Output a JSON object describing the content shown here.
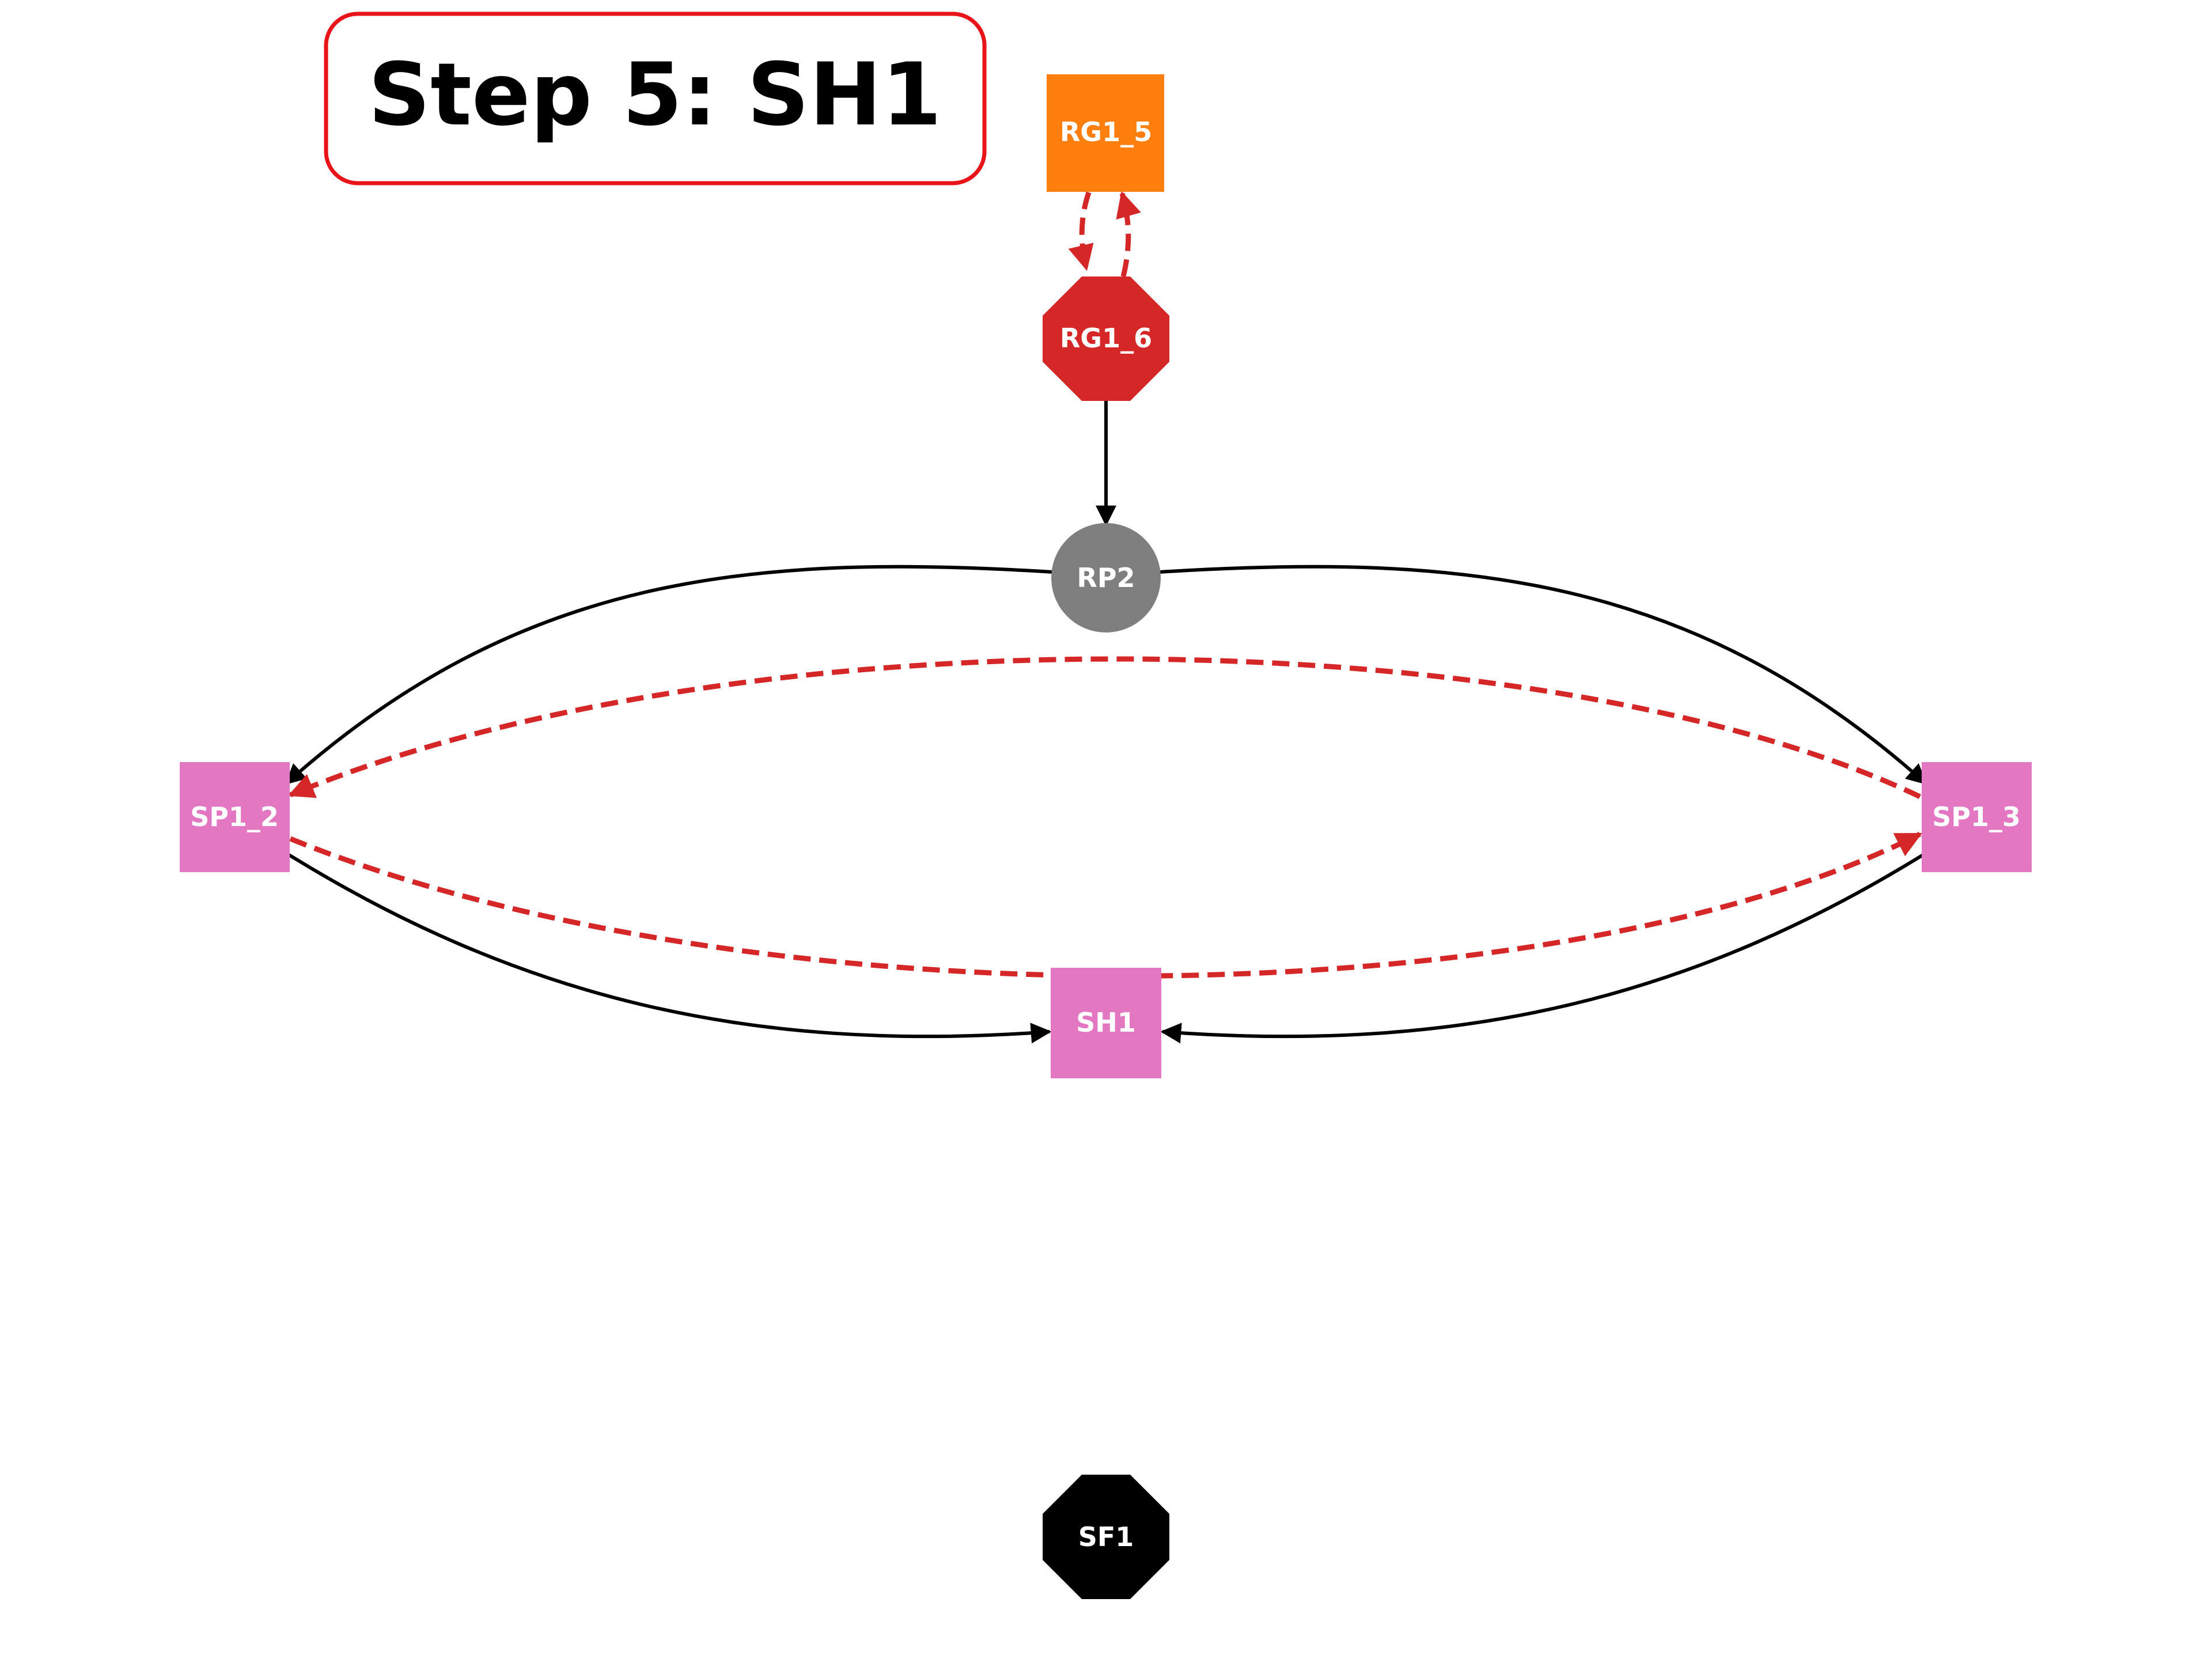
{
  "title": "Step 5: SH1",
  "colors": {
    "title_border": "#e8141a",
    "dashed_edge": "#d62728",
    "solid_edge": "#000000",
    "orange_node": "#ff7f0e",
    "red_node": "#d62728",
    "gray_node": "#7f7f7f",
    "pink_node": "#e377c2",
    "black_node": "#000000"
  },
  "nodes": {
    "rg1_5": {
      "label": "RG1_5",
      "shape": "square",
      "color": "#ff7f0e"
    },
    "rg1_6": {
      "label": "RG1_6",
      "shape": "octagon",
      "color": "#d62728"
    },
    "rp2": {
      "label": "RP2",
      "shape": "circle",
      "color": "#7f7f7f"
    },
    "sp1_2": {
      "label": "SP1_2",
      "shape": "square",
      "color": "#e377c2"
    },
    "sp1_3": {
      "label": "SP1_3",
      "shape": "square",
      "color": "#e377c2"
    },
    "sh1": {
      "label": "SH1",
      "shape": "square",
      "color": "#e377c2"
    },
    "sf1": {
      "label": "SF1",
      "shape": "octagon",
      "color": "#000000"
    }
  },
  "edges": [
    {
      "from": "RG1_6",
      "to": "RP2",
      "style": "solid"
    },
    {
      "from": "RP2",
      "to": "SP1_2",
      "style": "solid"
    },
    {
      "from": "RP2",
      "to": "SP1_3",
      "style": "solid"
    },
    {
      "from": "SP1_2",
      "to": "SH1",
      "style": "solid"
    },
    {
      "from": "SP1_3",
      "to": "SH1",
      "style": "solid"
    },
    {
      "from": "RG1_5",
      "to": "RG1_6",
      "style": "dashed"
    },
    {
      "from": "RG1_6",
      "to": "RG1_5",
      "style": "dashed"
    },
    {
      "from": "SP1_3",
      "to": "SP1_2",
      "style": "dashed"
    },
    {
      "from": "SP1_2",
      "to": "SP1_3",
      "style": "dashed"
    }
  ]
}
